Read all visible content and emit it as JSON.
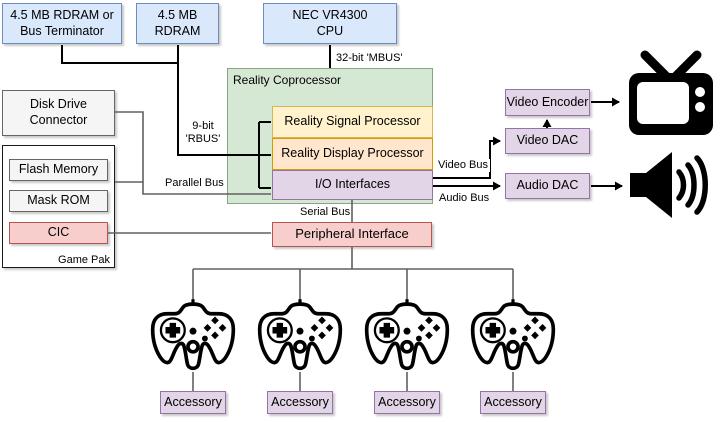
{
  "nodes": {
    "rdram_terminator": "4.5 MB RDRAM or\nBus Terminator",
    "rdram": "4.5 MB\nRDRAM",
    "cpu": "NEC VR4300\nCPU",
    "disk_drive": "Disk Drive\nConnector",
    "flash_memory": "Flash Memory",
    "mask_rom": "Mask ROM",
    "cic": "CIC",
    "game_pak": "Game Pak",
    "reality_coprocessor": "Reality Coprocessor",
    "reality_signal_processor": "Reality Signal Processor",
    "reality_display_processor": "Reality Display Processor",
    "io_interfaces": "I/O Interfaces",
    "peripheral_interface": "Peripheral Interface",
    "video_encoder": "Video Encoder",
    "video_dac": "Video DAC",
    "audio_dac": "Audio DAC"
  },
  "bus_labels": {
    "mbus": "32-bit 'MBUS'",
    "rbus": "9-bit\n'RBUS'",
    "parallel": "Parallel Bus",
    "serial": "Serial Bus",
    "video": "Video Bus",
    "audio": "Audio Bus"
  },
  "accessories": [
    {
      "label": "Accessory"
    },
    {
      "label": "Accessory"
    },
    {
      "label": "Accessory"
    },
    {
      "label": "Accessory"
    }
  ],
  "icons": {
    "tv": "television-output",
    "speaker": "audio-speaker-output",
    "controllers": [
      "n64-controller",
      "n64-controller",
      "n64-controller",
      "n64-controller"
    ]
  },
  "colors": {
    "blue_fill": "#dae8fc",
    "blue_border": "#6c8ebf",
    "green_fill": "#d5e8d4",
    "green_border": "#86a87f",
    "yellow_fill": "#fff2cc",
    "yellow_border": "#d6b656",
    "orange_fill": "#ffe6cc",
    "orange_border": "#d79b00",
    "purple_fill": "#e1d5e7",
    "purple_border": "#9673a6",
    "pink_fill": "#f8cecc",
    "pink_border": "#b85450",
    "gray_fill": "#f5f5f5",
    "gray_border": "#666666",
    "line_black": "#000000",
    "line_gray": "#616161"
  }
}
